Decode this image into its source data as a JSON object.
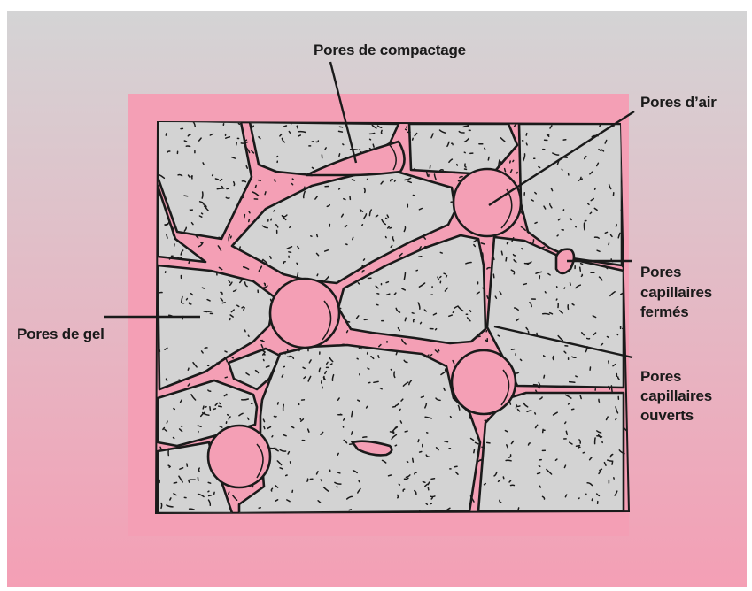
{
  "labels": {
    "compaction": "Pores de compactage",
    "air": "Pores d’air",
    "gel": "Pores de gel",
    "closed_line1": "Pores",
    "closed_line2": "capillaires",
    "closed_line3": "fermés",
    "open_line1": "Pores",
    "open_line2": "capillaires",
    "open_line3": "ouverts"
  },
  "colors": {
    "background_top": "#d4d4d5",
    "background_bottom": "#f49fb5",
    "panel": "#f49fb5",
    "grain": "#d3d3d3",
    "pore": "#f49fb5",
    "outline": "#1a1a1a"
  }
}
